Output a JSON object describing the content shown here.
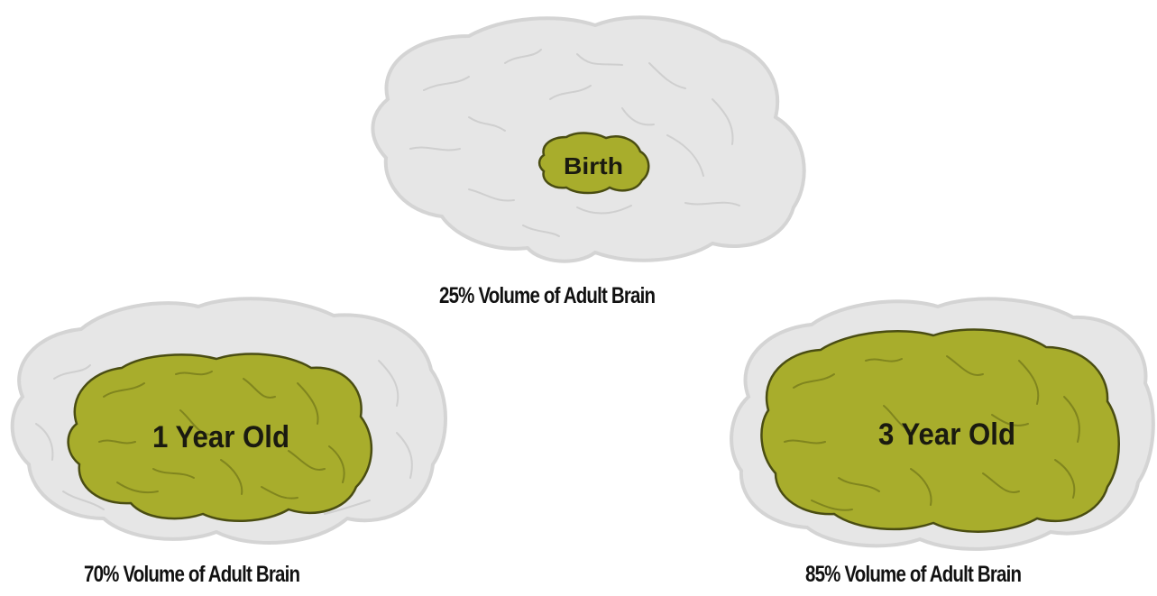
{
  "stages": [
    {
      "id": "birth",
      "label": "Birth",
      "caption": "25% Volume of Adult Brain",
      "volume_fraction": 0.25
    },
    {
      "id": "one-year",
      "label": "1 Year Old",
      "caption": "70% Volume of Adult Brain",
      "volume_fraction": 0.7
    },
    {
      "id": "three-year",
      "label": "3 Year Old",
      "caption": "85% Volume of Adult Brain",
      "volume_fraction": 0.85
    }
  ],
  "colors": {
    "adult_brain_fill": "#e6e6e6",
    "adult_brain_outline": "#d4d4d4",
    "child_brain_fill": "#a8ad2c",
    "child_brain_outline": "#4a4d12",
    "fold_lines_adult": "#c9c9c9",
    "fold_lines_child": "#7d8220"
  }
}
